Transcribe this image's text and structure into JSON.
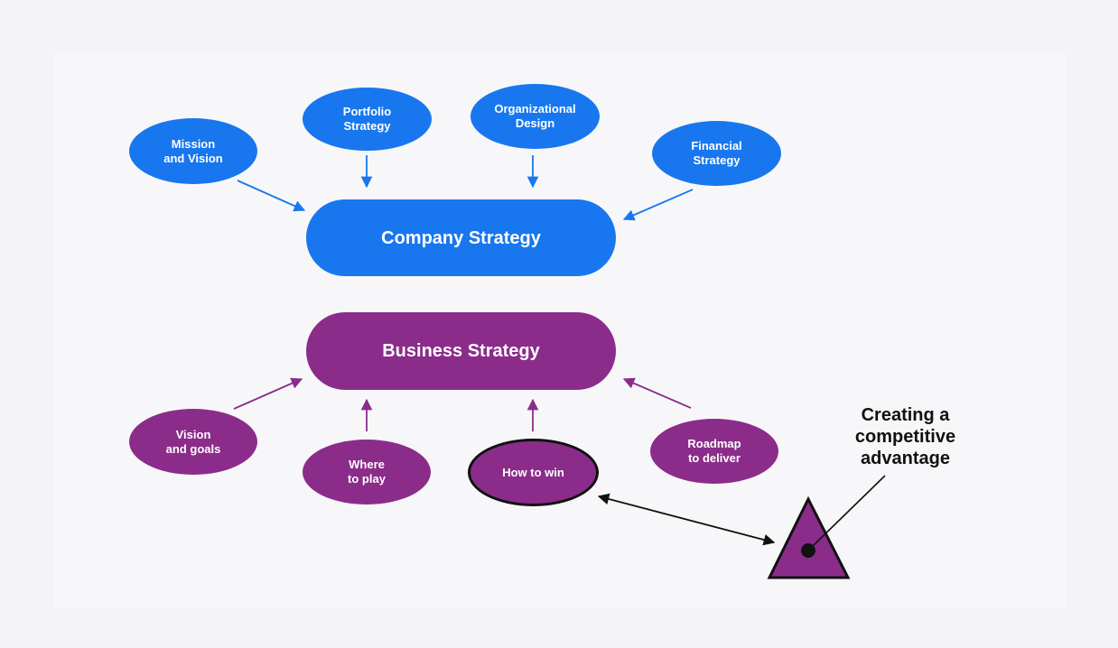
{
  "colors": {
    "company": "#1877ee",
    "business": "#8b2c8a",
    "connector": "#111111"
  },
  "company": {
    "center": "Company Strategy",
    "inputs": [
      "Mission\nand Vision",
      "Portfolio\nStrategy",
      "Organizational\nDesign",
      "Financial\nStrategy"
    ]
  },
  "business": {
    "center": "Business Strategy",
    "inputs": [
      "Vision\nand goals",
      "Where\nto play",
      "How to win",
      "Roadmap\nto deliver"
    ]
  },
  "advantage": {
    "label": "Creating a\ncompetitive\nadvantage",
    "icon": "triangle-with-dot-icon"
  }
}
